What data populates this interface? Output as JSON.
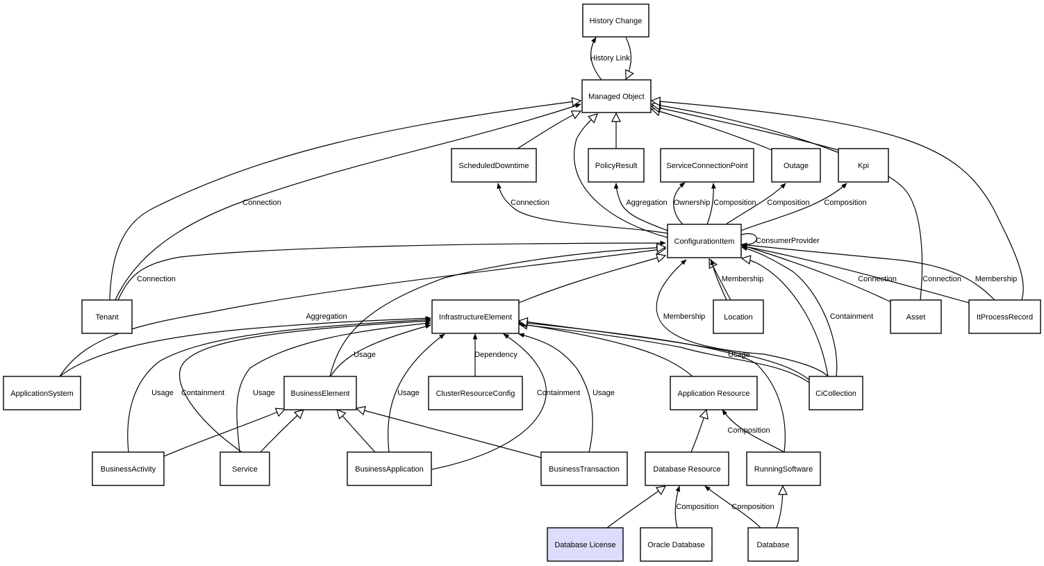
{
  "diagram": {
    "type": "class-relationship-graph",
    "highlight_fill": "#dcdcfc",
    "default_fill": "#ffffff",
    "nodes": [
      {
        "id": "history_change",
        "label": "History Change"
      },
      {
        "id": "managed_object",
        "label": "Managed Object"
      },
      {
        "id": "scheduled_downtime",
        "label": "ScheduledDowntime"
      },
      {
        "id": "policy_result",
        "label": "PolicyResult"
      },
      {
        "id": "service_connection_point",
        "label": "ServiceConnectionPoint"
      },
      {
        "id": "outage",
        "label": "Outage"
      },
      {
        "id": "kpi",
        "label": "Kpi"
      },
      {
        "id": "configuration_item",
        "label": "ConfigurationItem"
      },
      {
        "id": "tenant",
        "label": "Tenant"
      },
      {
        "id": "infrastructure_element",
        "label": "InfrastructureElement"
      },
      {
        "id": "location",
        "label": "Location"
      },
      {
        "id": "asset",
        "label": "Asset"
      },
      {
        "id": "it_process_record",
        "label": "ItProcessRecord"
      },
      {
        "id": "application_system",
        "label": "ApplicationSystem"
      },
      {
        "id": "business_element",
        "label": "BusinessElement"
      },
      {
        "id": "cluster_resource_config",
        "label": "ClusterResourceConfig"
      },
      {
        "id": "application_resource",
        "label": "Application Resource"
      },
      {
        "id": "ci_collection",
        "label": "CiCollection"
      },
      {
        "id": "business_activity",
        "label": "BusinessActivity"
      },
      {
        "id": "service",
        "label": "Service"
      },
      {
        "id": "business_application",
        "label": "BusinessApplication"
      },
      {
        "id": "business_transaction",
        "label": "BusinessTransaction"
      },
      {
        "id": "database_resource",
        "label": "Database Resource"
      },
      {
        "id": "running_software",
        "label": "RunningSoftware"
      },
      {
        "id": "database_license",
        "label": "Database License",
        "highlighted": true
      },
      {
        "id": "oracle_database",
        "label": "Oracle Database"
      },
      {
        "id": "database",
        "label": "Database"
      }
    ],
    "edges": [
      {
        "from": "managed_object",
        "to": "history_change",
        "label": "History Link",
        "kind": "association"
      },
      {
        "from": "history_change",
        "to": "managed_object",
        "label": "",
        "kind": "inheritance"
      },
      {
        "from": "tenant",
        "to": "managed_object",
        "label": "",
        "kind": "inheritance"
      },
      {
        "from": "tenant",
        "to": "managed_object",
        "label": "Connection",
        "kind": "association"
      },
      {
        "from": "scheduled_downtime",
        "to": "managed_object",
        "label": "",
        "kind": "inheritance"
      },
      {
        "from": "configuration_item",
        "to": "managed_object",
        "label": "",
        "kind": "inheritance"
      },
      {
        "from": "policy_result",
        "to": "managed_object",
        "label": "",
        "kind": "inheritance"
      },
      {
        "from": "outage",
        "to": "managed_object",
        "label": "",
        "kind": "inheritance"
      },
      {
        "from": "kpi",
        "to": "managed_object",
        "label": "",
        "kind": "inheritance"
      },
      {
        "from": "asset",
        "to": "managed_object",
        "label": "",
        "kind": "inheritance"
      },
      {
        "from": "it_process_record",
        "to": "managed_object",
        "label": "",
        "kind": "inheritance"
      },
      {
        "from": "configuration_item",
        "to": "scheduled_downtime",
        "label": "Connection",
        "kind": "association"
      },
      {
        "from": "configuration_item",
        "to": "policy_result",
        "label": "Aggregation",
        "kind": "association"
      },
      {
        "from": "configuration_item",
        "to": "service_connection_point",
        "label": "Ownership",
        "kind": "association"
      },
      {
        "from": "configuration_item",
        "to": "service_connection_point",
        "label": "Composition",
        "kind": "association"
      },
      {
        "from": "configuration_item",
        "to": "outage",
        "label": "Composition",
        "kind": "association"
      },
      {
        "from": "configuration_item",
        "to": "kpi",
        "label": "Composition",
        "kind": "association"
      },
      {
        "from": "configuration_item",
        "to": "configuration_item",
        "label": "ConsumerProvider",
        "kind": "association"
      },
      {
        "from": "tenant",
        "to": "configuration_item",
        "label": "Connection",
        "kind": "association"
      },
      {
        "from": "application_system",
        "to": "configuration_item",
        "label": "",
        "kind": "inheritance"
      },
      {
        "from": "business_element",
        "to": "configuration_item",
        "label": "",
        "kind": "inheritance"
      },
      {
        "from": "infrastructure_element",
        "to": "configuration_item",
        "label": "",
        "kind": "inheritance"
      },
      {
        "from": "location",
        "to": "configuration_item",
        "label": "",
        "kind": "inheritance"
      },
      {
        "from": "location",
        "to": "configuration_item",
        "label": "Membership",
        "kind": "association"
      },
      {
        "from": "ci_collection",
        "to": "configuration_item",
        "label": "Membership",
        "kind": "association"
      },
      {
        "from": "ci_collection",
        "to": "configuration_item",
        "label": "Containment",
        "kind": "association"
      },
      {
        "from": "ci_collection",
        "to": "configuration_item",
        "label": "",
        "kind": "inheritance"
      },
      {
        "from": "asset",
        "to": "configuration_item",
        "label": "Connection",
        "kind": "association"
      },
      {
        "from": "it_process_record",
        "to": "configuration_item",
        "label": "Connection",
        "kind": "association"
      },
      {
        "from": "it_process_record",
        "to": "configuration_item",
        "label": "Membership",
        "kind": "association"
      },
      {
        "from": "application_system",
        "to": "infrastructure_element",
        "label": "Aggregation",
        "kind": "association"
      },
      {
        "from": "business_activity",
        "to": "infrastructure_element",
        "label": "Usage",
        "kind": "association"
      },
      {
        "from": "service",
        "to": "infrastructure_element",
        "label": "Containment",
        "kind": "association"
      },
      {
        "from": "service",
        "to": "infrastructure_element",
        "label": "Usage",
        "kind": "association"
      },
      {
        "from": "business_element",
        "to": "infrastructure_element",
        "label": "Usage",
        "kind": "association"
      },
      {
        "from": "business_application",
        "to": "infrastructure_element",
        "label": "Usage",
        "kind": "association"
      },
      {
        "from": "cluster_resource_config",
        "to": "infrastructure_element",
        "label": "Dependency",
        "kind": "association"
      },
      {
        "from": "business_application",
        "to": "infrastructure_element",
        "label": "Containment",
        "kind": "association"
      },
      {
        "from": "business_transaction",
        "to": "infrastructure_element",
        "label": "Usage",
        "kind": "association"
      },
      {
        "from": "application_resource",
        "to": "infrastructure_element",
        "label": "",
        "kind": "inheritance"
      },
      {
        "from": "running_software",
        "to": "infrastructure_element",
        "label": "",
        "kind": "inheritance"
      },
      {
        "from": "ci_collection",
        "to": "infrastructure_element",
        "label": "Usage",
        "kind": "association"
      },
      {
        "from": "ci_collection",
        "to": "infrastructure_element",
        "label": "",
        "kind": "inheritance"
      },
      {
        "from": "business_activity",
        "to": "business_element",
        "label": "",
        "kind": "inheritance"
      },
      {
        "from": "service",
        "to": "business_element",
        "label": "",
        "kind": "inheritance"
      },
      {
        "from": "business_application",
        "to": "business_element",
        "label": "",
        "kind": "inheritance"
      },
      {
        "from": "business_transaction",
        "to": "business_element",
        "label": "",
        "kind": "inheritance"
      },
      {
        "from": "database_resource",
        "to": "application_resource",
        "label": "",
        "kind": "inheritance"
      },
      {
        "from": "running_software",
        "to": "application_resource",
        "label": "Composition",
        "kind": "association"
      },
      {
        "from": "database_license",
        "to": "database_resource",
        "label": "",
        "kind": "inheritance"
      },
      {
        "from": "oracle_database",
        "to": "database_resource",
        "label": "Composition",
        "kind": "association"
      },
      {
        "from": "database",
        "to": "database_resource",
        "label": "Composition",
        "kind": "association"
      },
      {
        "from": "database",
        "to": "running_software",
        "label": "",
        "kind": "inheritance"
      }
    ]
  }
}
